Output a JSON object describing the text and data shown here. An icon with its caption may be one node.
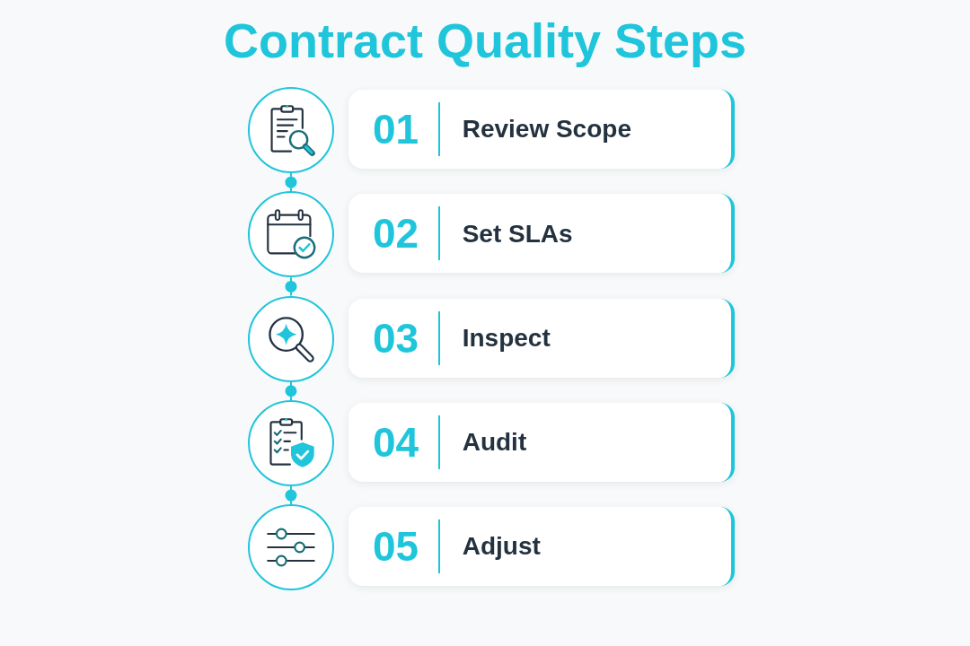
{
  "diagram": {
    "title": "Contract Quality Steps",
    "nodes": [
      {
        "text": [],
        "shape": "circle"
      },
      {
        "text": [
          "01",
          "Review Scope"
        ]
      },
      {
        "text": [],
        "shape": "circle"
      },
      {
        "text": [
          "02",
          "Set SLAs"
        ]
      },
      {
        "text": [],
        "shape": "circle"
      },
      {
        "text": [
          "03",
          "Inspect"
        ]
      },
      {
        "text": [],
        "shape": "circle"
      },
      {
        "text": [
          "04",
          "Audit"
        ]
      },
      {
        "text": [],
        "shape": "circle"
      },
      {
        "text": [
          "05",
          "Adjust"
        ]
      }
    ],
    "edges": [
      {
        "from": 0,
        "to": 2,
        "arrow": "none"
      },
      {
        "from": 2,
        "to": 4,
        "arrow": "none"
      },
      {
        "from": 4,
        "to": 6,
        "arrow": "none"
      },
      {
        "from": 6,
        "to": 8,
        "arrow": "none"
      }
    ]
  }
}
